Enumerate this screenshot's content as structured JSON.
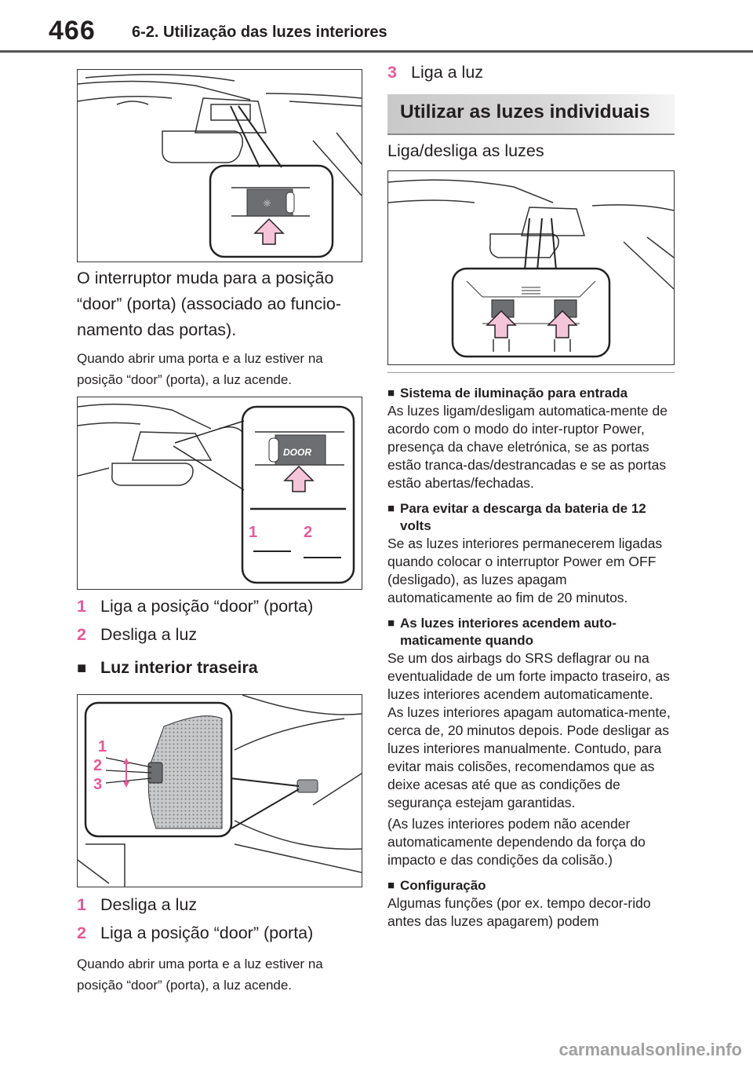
{
  "header": {
    "page_number": "466",
    "section": "6-2. Utilização das luzes interiores"
  },
  "left": {
    "para1": "O interruptor muda para a posição “door” (porta) (associado ao funcio-namento das portas).",
    "para2": "Quando abrir uma porta e a luz estiver na posição “door” (porta), a luz acende.",
    "fig2": {
      "door_label": "DOOR",
      "callout_1": "1",
      "callout_2": "2"
    },
    "list1": [
      {
        "num": "1",
        "text": "Liga a posição “door” (porta)"
      },
      {
        "num": "2",
        "text": "Desliga a luz"
      }
    ],
    "rear_heading": {
      "marker": "■",
      "text": "Luz interior traseira"
    },
    "fig3": {
      "callout_1": "1",
      "callout_2": "2",
      "callout_3": "3"
    },
    "list2": [
      {
        "num": "1",
        "text": "Desliga a luz"
      },
      {
        "num": "2",
        "text": "Liga a posição “door” (porta)"
      }
    ],
    "para3": "Quando abrir uma porta e a luz estiver na posição “door” (porta), a luz acende."
  },
  "right": {
    "step3": {
      "num": "3",
      "text": "Liga a luz"
    },
    "banner": "Utilizar as luzes individuais",
    "intro": "Liga/desliga as luzes",
    "notes": [
      {
        "marker": "■",
        "title": "Sistema de iluminação para entrada",
        "body": "As luzes ligam/desligam automatica-mente de acordo com o modo do inter-ruptor Power, presença da chave eletrónica, se as portas estão tranca-das/destrancadas e se as portas estão abertas/fechadas."
      },
      {
        "marker": "■",
        "title": "Para evitar a descarga da bateria de 12 volts",
        "body": "Se as luzes interiores permanecerem ligadas quando colocar o interruptor Power em OFF (desligado), as luzes apagam automaticamente ao fim de 20 minutos."
      },
      {
        "marker": "■",
        "title": "As luzes interiores acendem auto-maticamente quando",
        "body": "Se um dos airbags do SRS deflagrar ou na eventualidade de um forte impacto traseiro, as luzes interiores acendem automaticamente.",
        "body2": "As luzes interiores apagam automatica-mente, cerca de, 20 minutos depois. Pode desligar as luzes interiores manualmente. Contudo, para evitar mais colisões, recomendamos que as deixe acesas até que as condições de segurança estejam garantidas.",
        "body3": "(As luzes interiores podem não acender automaticamente dependendo da força do impacto e das condições da colisão.)"
      },
      {
        "marker": "■",
        "title": "Configuração",
        "body": "Algumas funções (por ex. tempo decor-rido antes das luzes apagarem) podem"
      }
    ]
  },
  "watermark": "carmanualsonline.info",
  "colors": {
    "accent": "#e35a9a",
    "arrow_fill": "#f6c4d8",
    "banner_bg": "#cfcfcf"
  }
}
